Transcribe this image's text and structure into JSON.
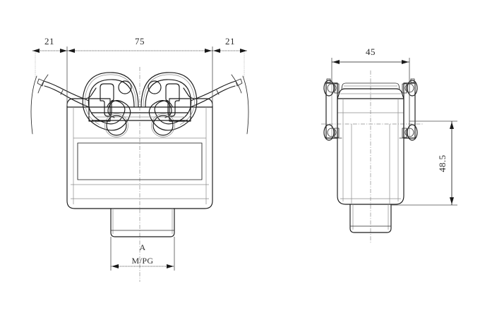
{
  "drawing": {
    "title": "heavy-duty-connector-hood-technical-drawing",
    "background_color": "#ffffff",
    "line_color": "#1a1a1a",
    "construction_line_color": "#8a8a8a",
    "views": {
      "front": {
        "name": "front-view",
        "label": ""
      },
      "side": {
        "name": "side-view",
        "label": ""
      }
    },
    "dimensions": {
      "front_left_flange": "21",
      "front_body_width": "75",
      "front_right_flange": "21",
      "side_body_width": "45",
      "side_body_height": "48.5",
      "gland_thread_line1": "A",
      "gland_thread_line2": "M/PG"
    }
  }
}
